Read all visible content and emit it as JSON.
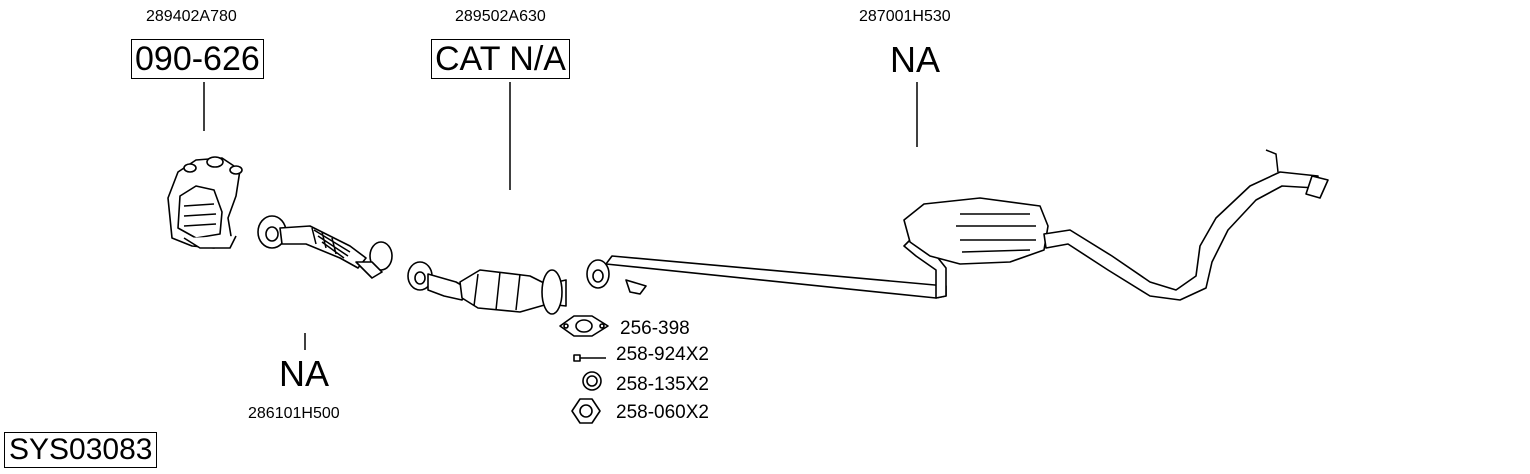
{
  "parts": [
    {
      "id": "front-cat",
      "oem": "289402A780",
      "code": "090-626",
      "boxed": true
    },
    {
      "id": "mid-cat",
      "oem": "289502A630",
      "code": "CAT N/A",
      "boxed": true
    },
    {
      "id": "rear-silencer",
      "oem": "287001H530",
      "code": "NA",
      "boxed": false
    },
    {
      "id": "front-pipe",
      "oem": "286101H500",
      "code": "NA",
      "boxed": false
    }
  ],
  "accessories": [
    {
      "icon": "gasket-icon",
      "label": "256-398"
    },
    {
      "icon": "bolt-icon",
      "label": "258-924X2"
    },
    {
      "icon": "ring-icon",
      "label": "258-135X2"
    },
    {
      "icon": "nut-icon",
      "label": "258-060X2"
    }
  ],
  "system_code": "SYS03083"
}
